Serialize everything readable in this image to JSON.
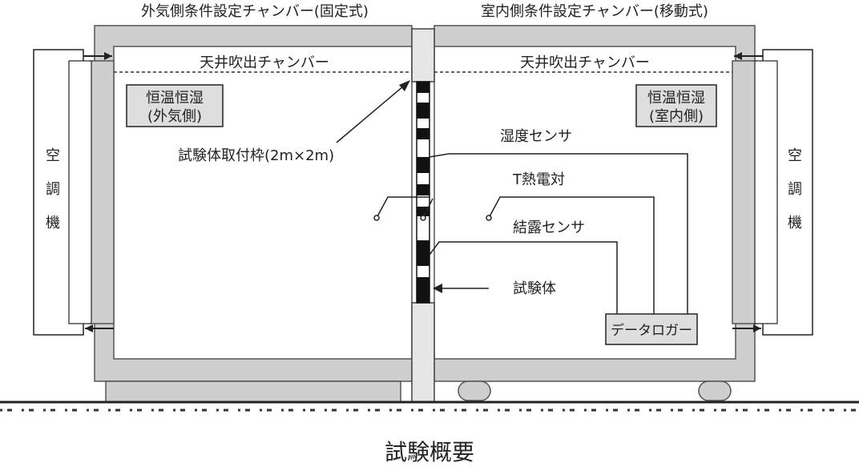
{
  "title": "試験概要",
  "chambers": {
    "outdoor": {
      "title": "外気側条件設定チャンバー(固定式)",
      "ceiling": "天井吹出チャンバー",
      "constant_box": [
        "恒温恒湿",
        "(外気側)"
      ],
      "aircon": [
        "空",
        "調",
        "機"
      ]
    },
    "indoor": {
      "title": "室内側条件設定チャンバー(移動式)",
      "ceiling": "天井吹出チャンバー",
      "constant_box": [
        "恒温恒湿",
        "(室内側)"
      ],
      "aircon": [
        "空",
        "調",
        "機"
      ]
    }
  },
  "annotations": {
    "frame": "試験体取付枠(2m×2m)",
    "humidity_sensor": "湿度センサ",
    "thermocouple": "T熱電対",
    "dew_sensor": "結露センサ",
    "specimen": "試験体",
    "data_logger": "データロガー"
  },
  "colors": {
    "chamber_wall": "#cfcfcf",
    "wall_stroke": "#555555",
    "box_fill": "#dedede",
    "line": "#222222",
    "specimen": "#111111"
  }
}
